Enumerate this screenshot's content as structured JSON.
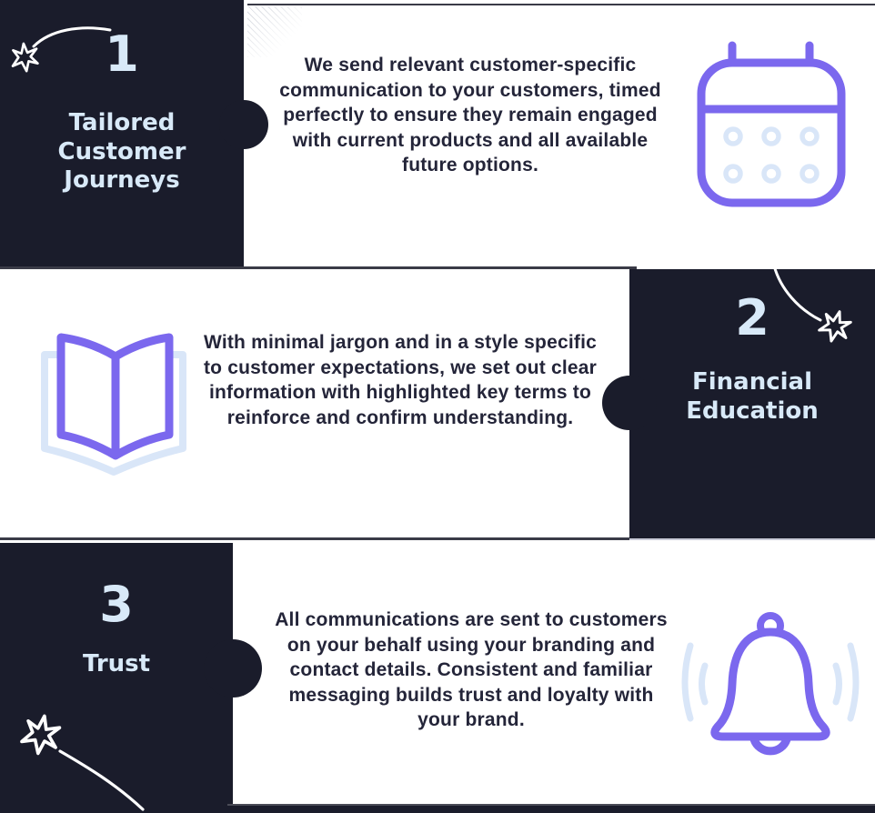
{
  "theme": {
    "panel_bg": "#1a1c2b",
    "accent_purple": "#7b68ee",
    "pale_blue": "#d9e6f8",
    "light_text": "#d8e9f8",
    "body_text": "#242539"
  },
  "sections": [
    {
      "number": "1",
      "title": "Tailored Customer Journeys",
      "text": "We send relevant customer-specific communication to your customers, timed perfectly to ensure they remain engaged with current products and all available future options.",
      "icon": "calendar-icon",
      "decoration": "shooting-star-doodle"
    },
    {
      "number": "2",
      "title": "Financial Education",
      "text": "With minimal jargon and in a style specific to customer expectations, we set out clear information with highlighted key terms to reinforce and confirm understanding.",
      "icon": "open-book-icon",
      "decoration": "shooting-star-doodle"
    },
    {
      "number": "3",
      "title": "Trust",
      "text": "All communications are sent to customers on your behalf using your branding and contact details. Consistent and familiar messaging builds trust and loyalty with your brand.",
      "icon": "bell-icon",
      "decoration": "shooting-star-doodle"
    }
  ]
}
